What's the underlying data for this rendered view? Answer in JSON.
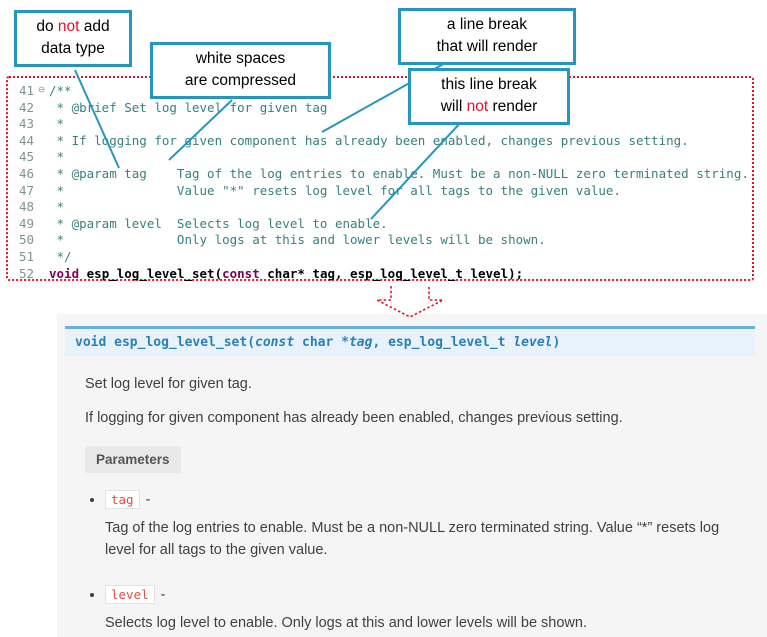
{
  "colors": {
    "callout_border": "#2596be",
    "highlight_red": "#e8112d",
    "comment_teal": "#377f7f",
    "keyword_purple": "#7f0055",
    "signature_blue": "#2980b9",
    "param_code_red": "#e74c3c"
  },
  "callouts": {
    "no_datatype": {
      "l1a": "do ",
      "l1b": "not",
      "l1c": " add",
      "l2": "data type"
    },
    "whitespace": {
      "l1": "white spaces",
      "l2": "are compressed"
    },
    "break_render": {
      "l1": "a line break",
      "l2": "that will render"
    },
    "break_norender": {
      "l1": "this line break",
      "l2a": "will ",
      "l2b": "not",
      "l2c": " render"
    }
  },
  "code": {
    "lines": [
      {
        "num": "41",
        "fold": "⊖",
        "text": "/**"
      },
      {
        "num": "42",
        "text": " * @brief Set log level for given tag"
      },
      {
        "num": "43",
        "text": " *"
      },
      {
        "num": "44",
        "text": " * If logging for given component has already been enabled, changes previous setting."
      },
      {
        "num": "45",
        "text": " *"
      },
      {
        "num": "46",
        "text": " * @param tag    Tag of the log entries to enable. Must be a non-NULL zero terminated string."
      },
      {
        "num": "47",
        "text": " *               Value \"*\" resets log level for all tags to the given value."
      },
      {
        "num": "48",
        "text": " *"
      },
      {
        "num": "49",
        "text": " * @param level  Selects log level to enable."
      },
      {
        "num": "50",
        "text": " *               Only logs at this and lower levels will be shown."
      },
      {
        "num": "51",
        "text": " */"
      }
    ],
    "line52": {
      "num": "52",
      "kw1": "void ",
      "fn": "esp_log_level_set(",
      "kw2": "const",
      "rest": " char* tag, esp_log_level_t level);"
    }
  },
  "docs": {
    "signature": {
      "ret": "void ",
      "name": "esp_log_level_set",
      "open": "(",
      "const_kw": "const ",
      "char_type": "char *",
      "arg1": "tag",
      "comma": ", ",
      "type2": "esp_log_level_t ",
      "arg2": "level",
      "close": ")"
    },
    "p1": "Set log level for given tag.",
    "p2": "If logging for given component has already been enabled, changes previous setting.",
    "params_label": "Parameters",
    "params": [
      {
        "name": "tag",
        "dash": "-",
        "desc": "Tag of the log entries to enable. Must be a non-NULL zero terminated string. Value “*” resets log level for all tags to the given value."
      },
      {
        "name": "level",
        "dash": "-",
        "desc": "Selects log level to enable. Only logs at this and lower levels will be shown."
      }
    ]
  }
}
